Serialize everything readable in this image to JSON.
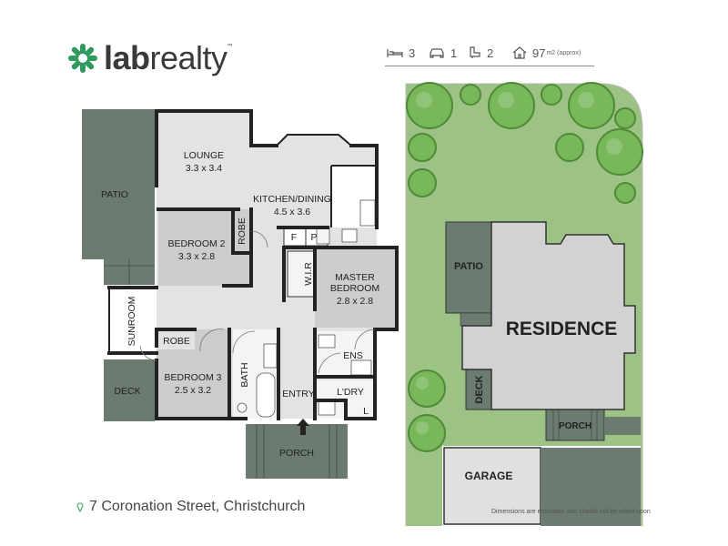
{
  "brand": {
    "name_bold": "lab",
    "name_light": "realty",
    "tm": "™"
  },
  "stats": {
    "bedrooms": "3",
    "car_spaces": "1",
    "bathrooms": "2",
    "area": "97",
    "area_unit": "m2 (approx)"
  },
  "rooms": {
    "lounge": {
      "name": "LOUNGE",
      "size": "3.3 x 3.4"
    },
    "kitchen": {
      "name": "KITCHEN/DINING",
      "size": "4.5 x 3.6"
    },
    "patio": "PATIO",
    "bedroom2": {
      "name": "BEDROOM 2",
      "size": "3.3 x 2.8"
    },
    "robe": "ROBE",
    "fridge": "F",
    "pantry": "P",
    "wir": "W.I.R",
    "master": {
      "name1": "MASTER",
      "name2": "BEDROOM",
      "size": "2.8 x 2.8"
    },
    "sunroom": "SUNROOM",
    "ens": "ENS",
    "bedroom3": {
      "name": "BEDROOM 3",
      "size": "2.5 x 3.2"
    },
    "bath": "BATH",
    "entry": "ENTRY",
    "laundry": "L'DRY",
    "laundry_l": "L",
    "deck": "DECK",
    "porch": "PORCH"
  },
  "site": {
    "residence": "RESIDENCE",
    "patio": "PATIO",
    "deck": "DECK",
    "porch": "PORCH",
    "garage": "GARAGE"
  },
  "address": "7 Coronation Street, Christchurch",
  "disclaimer": "Dimensions are estimates and should not be relied upon",
  "colors": {
    "dark_green": "#6b7b6f",
    "grass": "#9dc286",
    "grey_room": "#cdcdcd",
    "light_room": "#e3e3e3",
    "wall": "#222222",
    "brand_green": "#2f9a5f"
  }
}
